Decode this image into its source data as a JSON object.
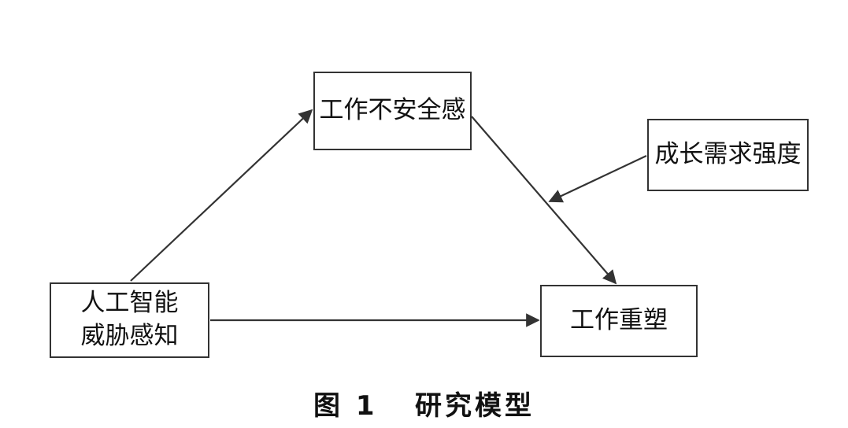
{
  "nodes": {
    "ai_threat": [
      "人工智能",
      "威胁感知"
    ],
    "job_insecurity": "工作不安全感",
    "growth_need": "成长需求强度",
    "job_crafting": "工作重塑"
  },
  "caption": {
    "figure_number": "图 1",
    "title": "研究模型"
  }
}
